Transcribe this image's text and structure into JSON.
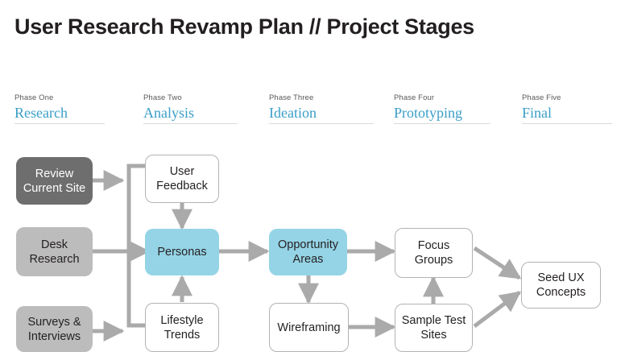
{
  "title": "User Research Revamp Plan // Project Stages",
  "colors": {
    "accent_blue_text": "#3a9ec7",
    "node_blue_fill": "#95d4e6",
    "node_gray_dark_fill": "#6e6e6e",
    "node_gray_light_fill": "#bcbcbc",
    "connector_gray": "#aaaaaa",
    "node_border": "#b3b3b3",
    "title_black": "#231f20",
    "rule_gray": "#d9d9d9"
  },
  "phases": [
    {
      "kicker": "Phase One",
      "name": "Research"
    },
    {
      "kicker": "Phase Two",
      "name": "Analysis"
    },
    {
      "kicker": "Phase Three",
      "name": "Ideation"
    },
    {
      "kicker": "Phase Four",
      "name": "Prototyping"
    },
    {
      "kicker": "Phase Five",
      "name": "Final"
    }
  ],
  "nodes": [
    {
      "id": "review-current-site",
      "line1": "Review",
      "line2": "Current Site",
      "style": "gray-dark"
    },
    {
      "id": "desk-research",
      "line1": "Desk",
      "line2": "Research",
      "style": "gray-light"
    },
    {
      "id": "surveys-interviews",
      "line1": "Surveys &",
      "line2": "Interviews",
      "style": "gray-light"
    },
    {
      "id": "user-feedback",
      "line1": "User",
      "line2": "Feedback",
      "style": "white"
    },
    {
      "id": "personas",
      "line1": "Personas",
      "line2": "",
      "style": "blue"
    },
    {
      "id": "lifestyle-trends",
      "line1": "Lifestyle",
      "line2": "Trends",
      "style": "white"
    },
    {
      "id": "opportunity-areas",
      "line1": "Opportunity",
      "line2": "Areas",
      "style": "blue"
    },
    {
      "id": "wireframing",
      "line1": "Wireframing",
      "line2": "",
      "style": "white"
    },
    {
      "id": "focus-groups",
      "line1": "Focus",
      "line2": "Groups",
      "style": "white"
    },
    {
      "id": "sample-test-sites",
      "line1": "Sample Test",
      "line2": "Sites",
      "style": "white"
    },
    {
      "id": "seed-ux-concepts",
      "line1": "Seed UX",
      "line2": "Concepts",
      "style": "white"
    }
  ]
}
